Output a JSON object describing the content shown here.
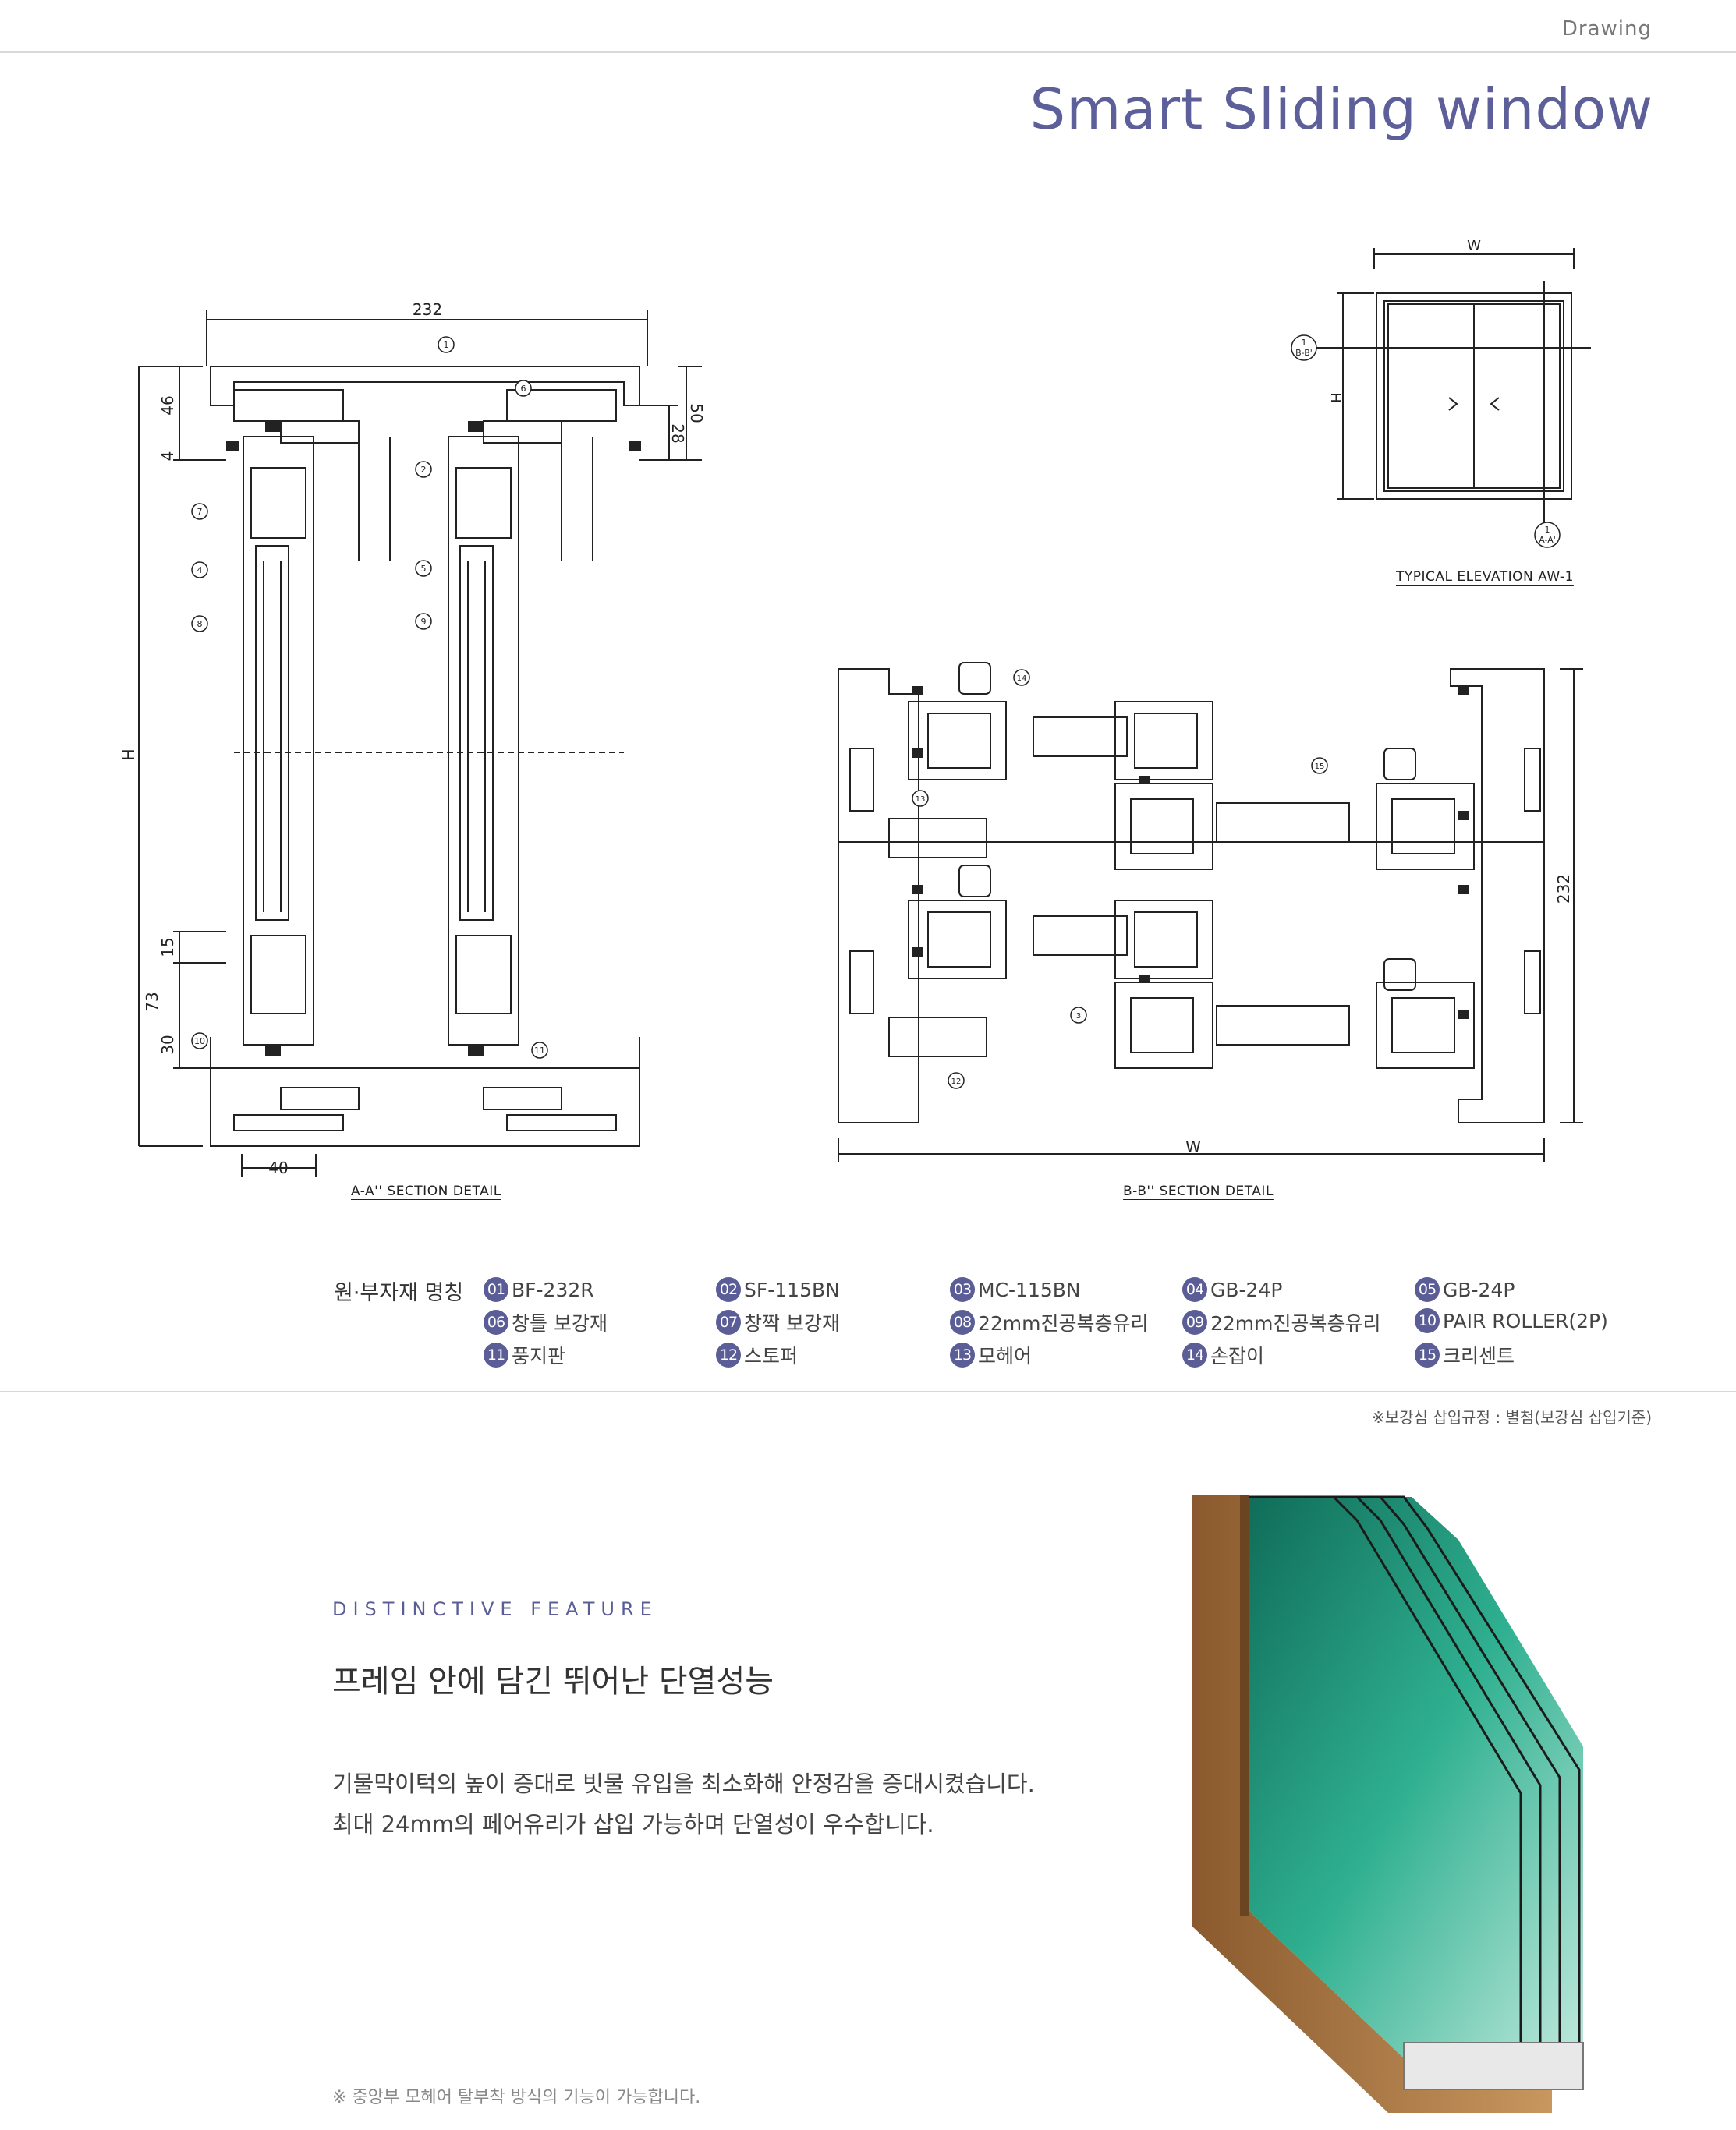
{
  "header": {
    "label": "Drawing",
    "title": "Smart Sliding window"
  },
  "drawings": {
    "aa": {
      "caption": "A-A'' SECTION DETAIL",
      "dims": {
        "top": "232",
        "d46": "46",
        "d4": "4",
        "d28": "28",
        "d50": "50",
        "h": "H",
        "d15": "15",
        "d73": "73",
        "d30": "30",
        "d40": "40"
      },
      "callouts": [
        "1",
        "6",
        "2",
        "7",
        "4",
        "5",
        "8",
        "9",
        "10",
        "11"
      ]
    },
    "bb": {
      "caption": "B-B'' SECTION DETAIL",
      "dims": {
        "right": "232",
        "bottom": "W"
      },
      "callouts": [
        "14",
        "15",
        "13",
        "3",
        "12"
      ]
    },
    "elev": {
      "caption": "TYPICAL ELEVATION AW-1",
      "dims": {
        "w": "W",
        "h": "H"
      },
      "tags": [
        {
          "num": "1",
          "ref": "B-B'"
        },
        {
          "num": "1",
          "ref": "A-A'"
        }
      ]
    }
  },
  "parts": {
    "title": "원·부자재 명칭",
    "items": [
      {
        "num": "01",
        "label": "BF-232R"
      },
      {
        "num": "02",
        "label": "SF-115BN"
      },
      {
        "num": "03",
        "label": "MC-115BN"
      },
      {
        "num": "04",
        "label": "GB-24P"
      },
      {
        "num": "05",
        "label": "GB-24P"
      },
      {
        "num": "06",
        "label": "창틀 보강재"
      },
      {
        "num": "07",
        "label": "창짝 보강재"
      },
      {
        "num": "08",
        "label": "22mm진공복층유리"
      },
      {
        "num": "09",
        "label": "22mm진공복층유리"
      },
      {
        "num": "10",
        "label": "PAIR ROLLER(2P)"
      },
      {
        "num": "11",
        "label": "풍지판"
      },
      {
        "num": "12",
        "label": "스토퍼"
      },
      {
        "num": "13",
        "label": "모헤어"
      },
      {
        "num": "14",
        "label": "손잡이"
      },
      {
        "num": "15",
        "label": "크리센트"
      }
    ],
    "note": "※보강심 삽입규정 : 별첨(보강심 삽입기준)"
  },
  "feature": {
    "eyebrow": "DISTINCTIVE FEATURE",
    "title": "프레임 안에 담긴 뛰어난 단열성능",
    "body_lines": [
      "기물막이턱의 높이 증대로 빗물 유입을 최소화해 안정감을 증대시켰습니다.",
      "최대 24mm의 페어유리가 삽입 가능하며 단열성이 우수합니다."
    ],
    "note": "※ 중앙부 모헤어 탈부착 방식의 기능이 가능합니다."
  },
  "colors": {
    "accent": "#5a5d96",
    "title": "#5c5f9a",
    "frame": "#b8875a",
    "glass": "#2fa58a"
  }
}
